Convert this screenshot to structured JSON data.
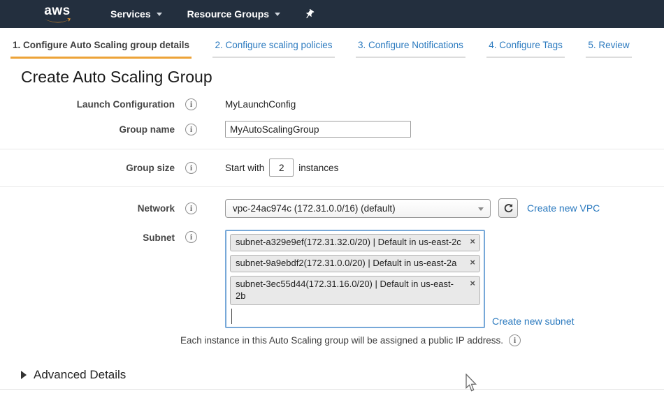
{
  "navbar": {
    "logo": "aws",
    "services_label": "Services",
    "resource_groups_label": "Resource Groups"
  },
  "tabs": [
    {
      "label": "1. Configure Auto Scaling group details",
      "active": true
    },
    {
      "label": "2. Configure scaling policies",
      "active": false
    },
    {
      "label": "3. Configure Notifications",
      "active": false
    },
    {
      "label": "4. Configure Tags",
      "active": false
    },
    {
      "label": "5. Review",
      "active": false
    }
  ],
  "page": {
    "title": "Create Auto Scaling Group"
  },
  "form": {
    "launch_configuration": {
      "label": "Launch Configuration",
      "value": "MyLaunchConfig"
    },
    "group_name": {
      "label": "Group name",
      "value": "MyAutoScalingGroup"
    },
    "group_size": {
      "label": "Group size",
      "prefix": "Start with",
      "value": "2",
      "suffix": "instances"
    },
    "network": {
      "label": "Network",
      "selected": "vpc-24ac974c (172.31.0.0/16) (default)",
      "create_link": "Create new VPC"
    },
    "subnet": {
      "label": "Subnet",
      "chips": [
        {
          "label": "subnet-a329e9ef(172.31.32.0/20) | Default in us-east-2c"
        },
        {
          "label": "subnet-9a9ebdf2(172.31.0.0/20) | Default in us-east-2a"
        },
        {
          "label": "subnet-3ec55d44(172.31.16.0/20) | Default in us-east-2b"
        }
      ],
      "remove_glyph": "×",
      "create_link": "Create new subnet",
      "note": "Each instance in this Auto Scaling group will be assigned a public IP address."
    }
  },
  "advanced": {
    "label": "Advanced Details"
  },
  "colors": {
    "navbar_bg": "#232f3e",
    "accent_orange": "#eda338",
    "link_blue": "#2b7abf",
    "multiselect_border": "#77a8d8"
  }
}
